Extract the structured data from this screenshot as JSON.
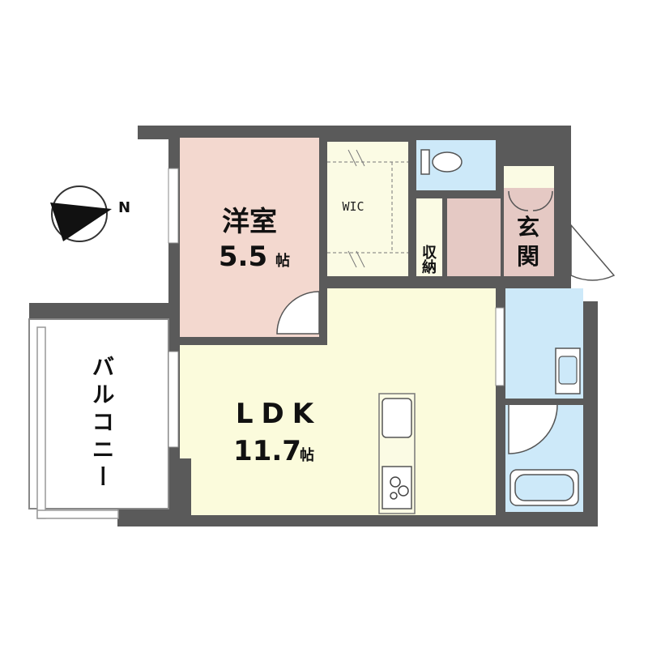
{
  "rooms": {
    "western": {
      "name": "洋室",
      "size": "5.5",
      "unit": "帖"
    },
    "ldk": {
      "name": "LDK",
      "size": "11.7",
      "unit": "帖"
    },
    "wic": {
      "name": "WIC"
    },
    "storage": {
      "name": "収納"
    },
    "entrance": {
      "name": "玄関"
    },
    "balcony": {
      "name": "バルコニー"
    }
  },
  "compass": {
    "label": "N"
  },
  "colors": {
    "wall": "#5a5a5a",
    "western": "#f3d8cf",
    "ldk": "#fbfbdc",
    "wic": "#fbfbe4",
    "entrance": "#e5c9c4",
    "wet": "#cde9f9"
  }
}
